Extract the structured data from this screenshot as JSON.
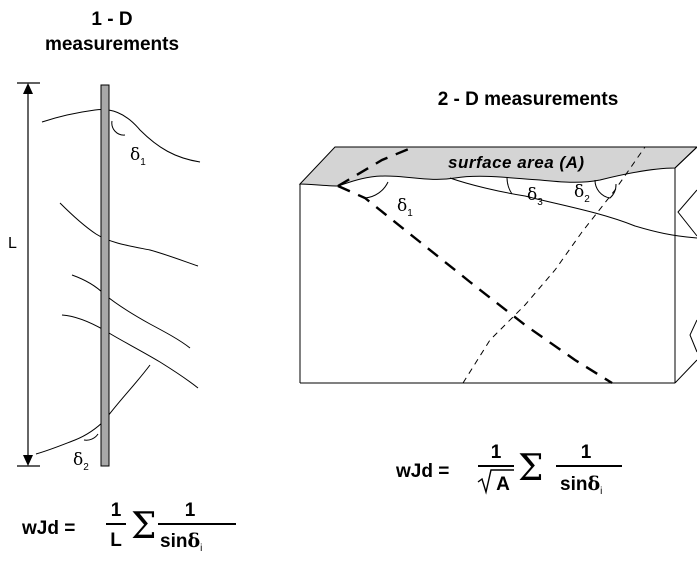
{
  "oned": {
    "title_line1": "1 - D",
    "title_line2": "measurements",
    "length_label": "L",
    "angle1": {
      "symbol": "δ",
      "index": "1"
    },
    "angle2": {
      "symbol": "δ",
      "index": "2"
    },
    "formula": {
      "lhs": "wJd =",
      "numerator": "1",
      "denominator": "L",
      "sum": "Σ",
      "sum_numerator": "1",
      "sin": "sin",
      "delta": "δ",
      "index": "i"
    }
  },
  "twod": {
    "title": "2 - D  measurements",
    "surface_label": "surface area (A)",
    "angle1": {
      "symbol": "δ",
      "index": "1"
    },
    "angle2": {
      "symbol": "δ",
      "index": "2"
    },
    "angle3": {
      "symbol": "δ",
      "index": "3"
    },
    "formula": {
      "lhs": "wJd =",
      "numerator": "1",
      "denominator": "A",
      "sum": "Σ",
      "sum_numerator": "1",
      "sin": "sin",
      "delta": "δ",
      "index": "i"
    }
  }
}
